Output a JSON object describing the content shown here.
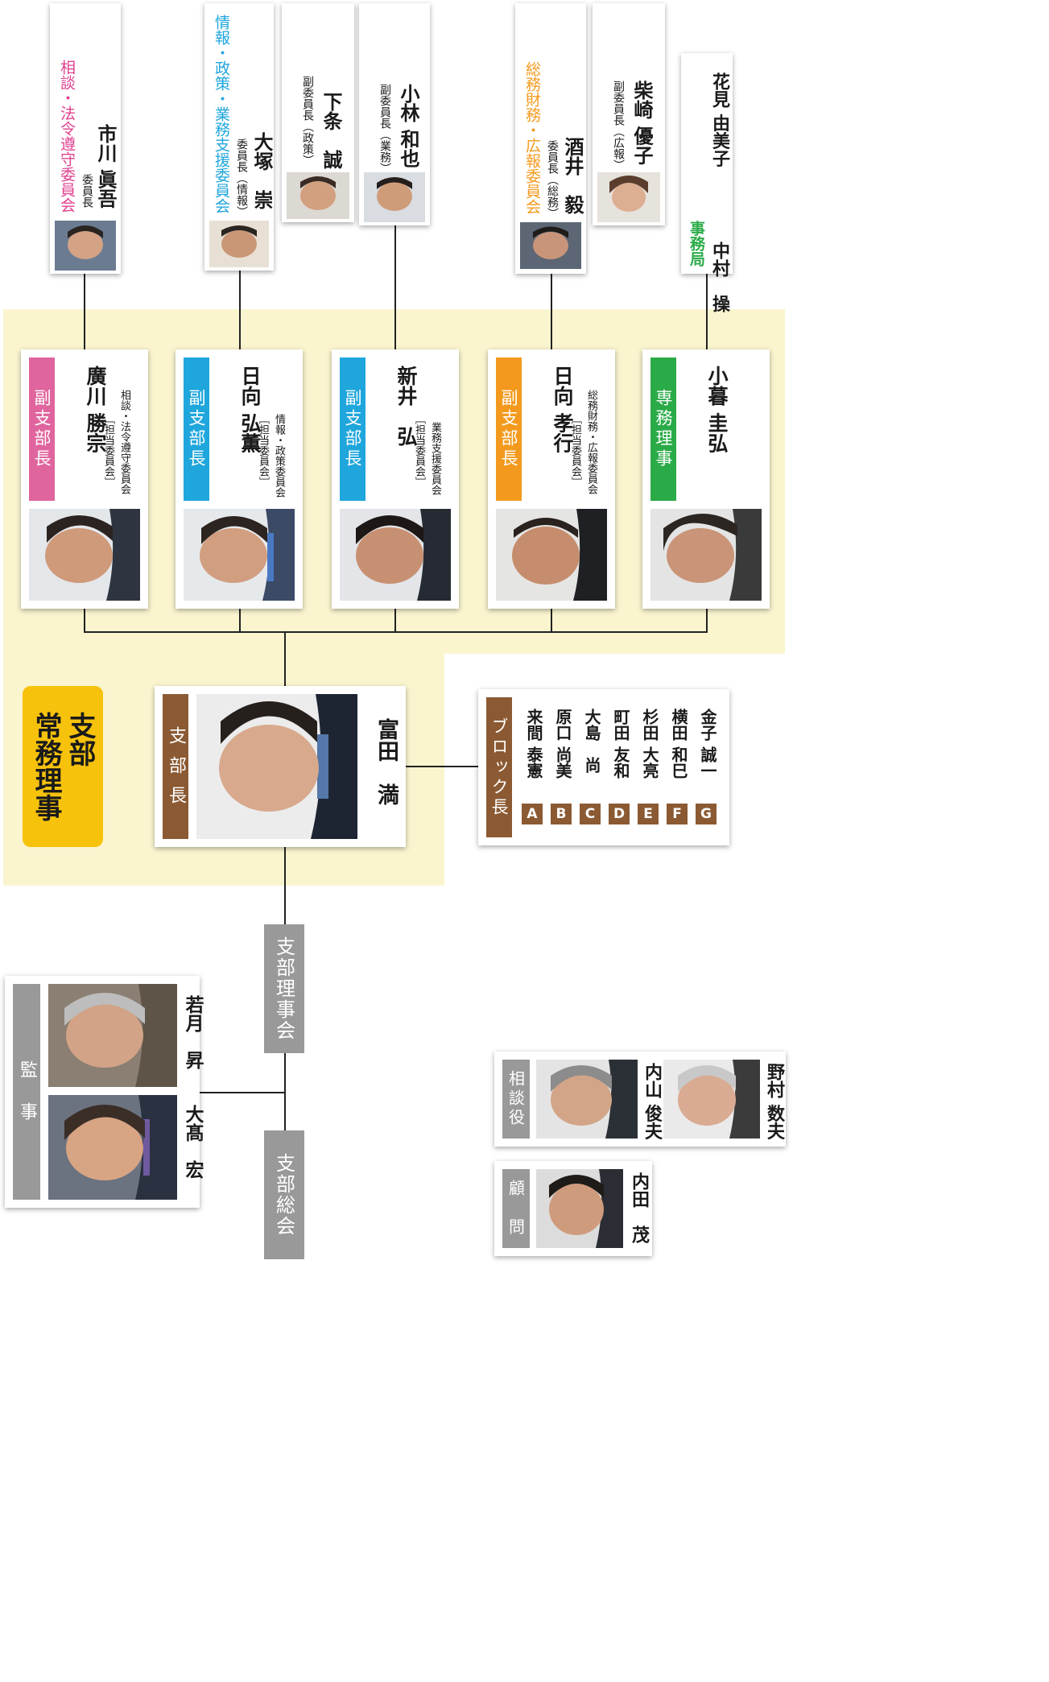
{
  "top_committees": [
    {
      "title": "相談・法令遵守委員会",
      "title_color": "#e0418f",
      "role": "委員長",
      "name": "市川 眞吾"
    },
    {
      "title": "情報・政策・業務支援委員会",
      "title_color": "#1fa6dc",
      "role": "委員長（情報）",
      "name": "大塚　崇"
    },
    {
      "role": "副委員長（政策）",
      "name": "下条　誠"
    },
    {
      "role": "副委員長（業務）",
      "name": "小林 和也"
    },
    {
      "title": "総務財務・広報委員会",
      "title_color": "#f39a1e",
      "role": "委員長（総務）",
      "name": "酒井　毅"
    },
    {
      "role": "副委員長（広報）",
      "name": "柴崎 優子"
    }
  ],
  "secretariat": {
    "title": "事務局",
    "title_color": "#2bab48",
    "names": [
      "中村　操",
      "花見 由美子"
    ]
  },
  "section_title": "支部\n常務理事",
  "section_color": "#f7c20c",
  "vice_cards": [
    {
      "band": "副支部長",
      "band_color": "#e0659e",
      "name": "廣川 勝宗",
      "assign_label": "［担当委員会］",
      "assign": "相談・法令遵守委員会"
    },
    {
      "band": "副支部長",
      "band_color": "#1fa6dc",
      "name": "日向 弘薫",
      "assign_label": "［担当委員会］",
      "assign": "情報・政策委員会"
    },
    {
      "band": "副支部長",
      "band_color": "#1fa6dc",
      "name": "新井　弘",
      "assign_label": "［担当委員会］",
      "assign": "業務支援委員会"
    },
    {
      "band": "副支部長",
      "band_color": "#f39a1e",
      "name": "日向 孝行",
      "assign_label": "［担当委員会］",
      "assign": "総務財務・広報委員会"
    },
    {
      "band": "専務理事",
      "band_color": "#2bab48",
      "name": "小暮 圭弘"
    }
  ],
  "chief": {
    "band": "支 部 長",
    "band_color": "#8b5a33",
    "name": "富田　満"
  },
  "blocks": {
    "title": "ブロック長",
    "title_color": "#8b5a33",
    "items": [
      {
        "letter": "A",
        "name": "来間 泰憲"
      },
      {
        "letter": "B",
        "name": "原口 尚美"
      },
      {
        "letter": "C",
        "name": "大島　尚"
      },
      {
        "letter": "D",
        "name": "町田 友和"
      },
      {
        "letter": "E",
        "name": "杉田 大亮"
      },
      {
        "letter": "F",
        "name": "横田 和巳"
      },
      {
        "letter": "G",
        "name": "金子 誠一"
      }
    ]
  },
  "board_label": "支部理事会",
  "assembly_label": "支部総会",
  "gray_color": "#999999",
  "auditors": {
    "title": "監　事",
    "names": [
      "若月　昇",
      "大髙　宏"
    ]
  },
  "advisors": {
    "title": "相談役",
    "names": [
      "内山 俊夫",
      "野村 数夫"
    ]
  },
  "counselor": {
    "title": "顧　問",
    "name": "内田　茂"
  }
}
